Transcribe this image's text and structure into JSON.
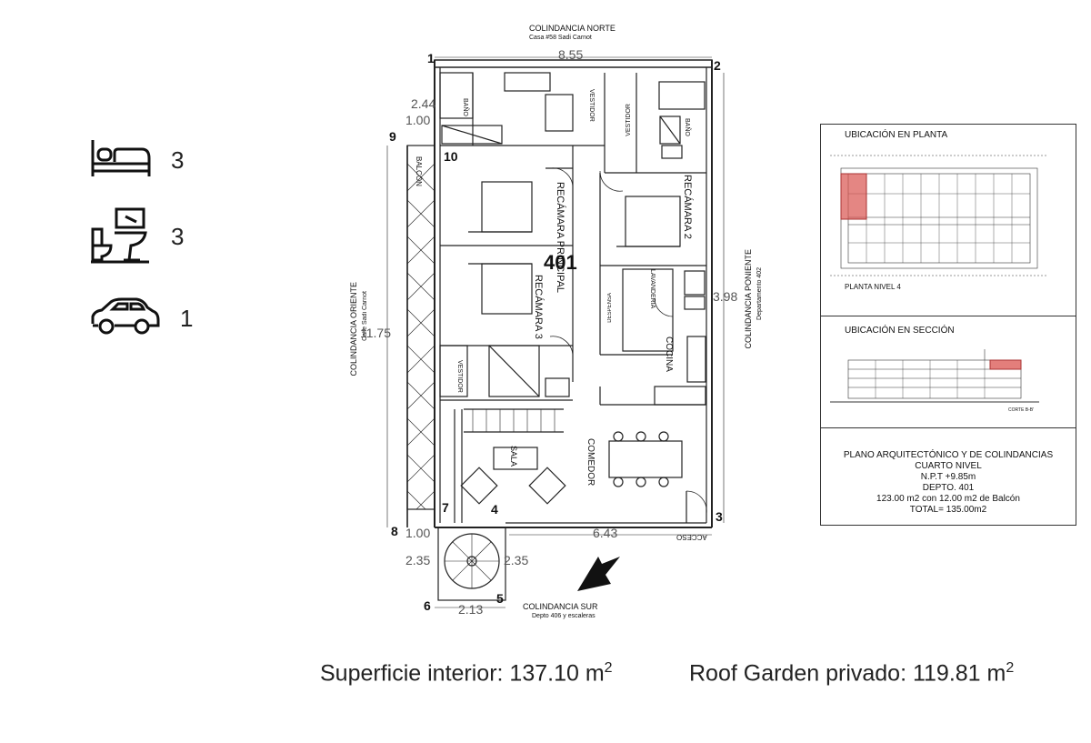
{
  "stats": {
    "bedrooms": "3",
    "bathrooms": "3",
    "parking": "1"
  },
  "plan": {
    "north": "COLINDANCIA NORTE",
    "north_sub": "Casa #58 Sadi Carnot",
    "south": "COLINDANCIA SUR",
    "south_sub": "Depto 406 y escaleras",
    "east": "COLINDANCIA ORIENTE",
    "east_sub": "Calle Sadi Carnot",
    "west": "COLINDANCIA PONIENTE",
    "west_sub": "Departamento 402",
    "unit_number": "401",
    "dims": {
      "top": "8.55",
      "left_height": "11.75",
      "right_height": "3.98",
      "bottom": "6.43",
      "d244": "2.44",
      "d100a": "1.00",
      "d100b": "1.00",
      "d235a": "2.35",
      "d235b": "2.35",
      "d213": "2.13"
    },
    "points": [
      "1",
      "2",
      "3",
      "4",
      "5",
      "6",
      "7",
      "8",
      "9",
      "10"
    ],
    "rooms": {
      "bano": "BAÑO",
      "vestidor": "VESTIDOR",
      "recamara_principal": "RECÁMARA PRINCIPAL",
      "recamara_2": "RECÁMARA 2",
      "recamara_3": "RECÁMARA 3",
      "lavanderia": "LAVANDERIA",
      "despensa": "DESPENSA",
      "cocina": "COCINA",
      "sala": "SALA",
      "comedor": "COMEDOR",
      "balcon": "BALCÓN",
      "acceso": "ACCESO"
    }
  },
  "panels": {
    "planta_title": "UBICACIÓN EN PLANTA",
    "planta_caption": "PLANTA NIVEL 4",
    "seccion_title": "UBICACIÓN EN SECCIÓN",
    "seccion_caption": "CORTE B-B'",
    "info": {
      "line1": "PLANO ARQUITECTÓNICO Y DE COLINDANCIAS",
      "line2": "CUARTO NIVEL",
      "line3": "N.P.T +9.85m",
      "line4": "DEPTO. 401",
      "line5": "123.00 m2 con 12.00 m2 de Balcón",
      "line6": "TOTAL= 135.00m2"
    }
  },
  "footer": {
    "interior_label": "Superficie interior: 137.10 m",
    "interior_exp": "2",
    "roof_label": "Roof Garden privado: 119.81 m",
    "roof_exp": "2"
  },
  "colors": {
    "line": "#222222",
    "highlight": "#d9534f"
  },
  "icons": [
    "bed-icon",
    "toilet-sink-icon",
    "car-icon"
  ]
}
